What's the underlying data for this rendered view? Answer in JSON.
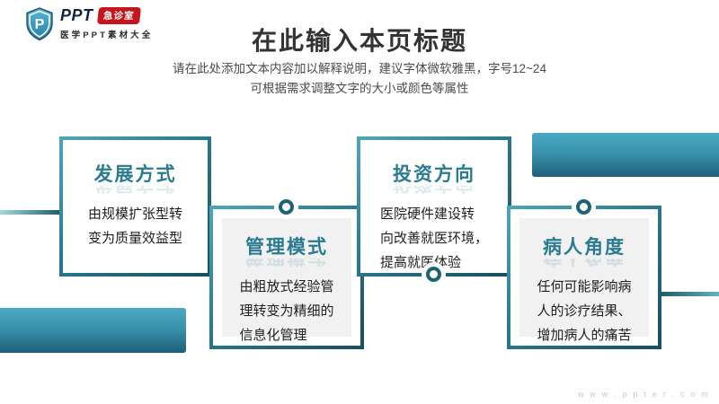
{
  "logo": {
    "shield_letter": "P",
    "brand": "PPT",
    "badge": "急诊室",
    "tagline": "医学PPT素材大全"
  },
  "header": {
    "title": "在此输入本页标题",
    "subtitle_line1": "请在此处添加文本内容加以解释说明，建议字体微软雅黑，字号12~24",
    "subtitle_line2": "可根据需求调整文字的大小或颜色等属性"
  },
  "diagram": {
    "items": [
      {
        "title": "发展方式",
        "body": "由规模扩张型转\n变为质量效益型"
      },
      {
        "title": "管理模式",
        "body": "由粗放式经验管\n理转变为精细的\n信息化管理"
      },
      {
        "title": "投资方向",
        "body": "医院硬件建设转\n向改善就医环境，\n提高就医体验"
      },
      {
        "title": "病人角度",
        "body": "任何可能影响病\n人的诊疗结果、\n增加病人的痛苦"
      }
    ]
  },
  "footer": {
    "watermark": "w w w . p p t e r . c o m"
  },
  "colors": {
    "teal_dark": "#17505f",
    "teal": "#297b90",
    "teal_light": "#4aa9c4",
    "badge_red": "#c5161d"
  }
}
